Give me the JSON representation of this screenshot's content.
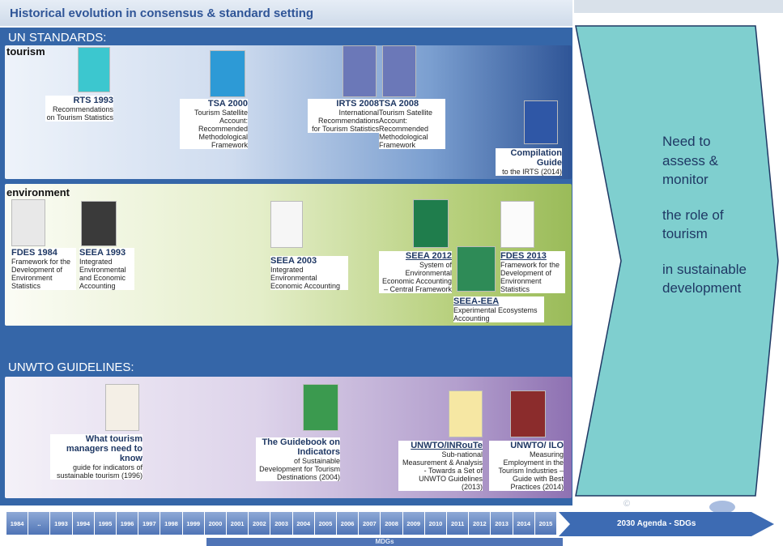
{
  "title": "Historical evolution in consensus & standard setting",
  "sections": {
    "un_standards": "UN STANDARDS:",
    "unwto_guidelines": "UNWTO GUIDELINES:"
  },
  "bands": {
    "tourism": "tourism",
    "environment": "environment"
  },
  "tourism_items": [
    {
      "title": "RTS 1993",
      "desc": "Recommendations on Tourism Statistics"
    },
    {
      "title": "TSA 2000",
      "desc": "Tourism Satellite Account: Recommended Methodological Framework"
    },
    {
      "title": "IRTS 2008",
      "desc": "International Recommendations for Tourism Statistics"
    },
    {
      "title": "TSA 2008",
      "desc": "Tourism Satellite Account: Recommended Methodological Framework"
    },
    {
      "title": "Compilation Guide",
      "desc": "to the IRTS (2014)"
    }
  ],
  "environment_items": [
    {
      "title": "FDES 1984",
      "desc": "Framework for the Development of Environment Statistics"
    },
    {
      "title": "SEEA 1993",
      "desc": "Integrated Environmental and Economic Accounting"
    },
    {
      "title": "SEEA 2003",
      "desc": "Integrated Environmental Economic Accounting"
    },
    {
      "title": "SEEA 2012",
      "desc": "System of Environmental Economic Accounting – Central Framework"
    },
    {
      "title": "FDES 2013",
      "desc": "Framework for the Development of Environment Statistics"
    },
    {
      "title": "SEEA-EEA",
      "desc": "Experimental Ecosystems Accounting"
    }
  ],
  "unwto_items": [
    {
      "title": "What tourism managers need to know",
      "desc": "guide for indicators of sustainable tourism (1996)"
    },
    {
      "title": "The Guidebook on Indicators",
      "desc": "of Sustainable Development for Tourism Destinations (2004)"
    },
    {
      "title": "UNWTO/INRouTe",
      "desc": "Sub-national Measurement & Analysis - Towards a Set of UNWTO Guidelines (2013)"
    },
    {
      "title": "UNWTO/ ILO",
      "desc": "Measuring Employment in the Tourism Industries – Guide with Best Practices (2014)"
    }
  ],
  "need_box": {
    "line1": "Need to assess & monitor",
    "line2": "the role of tourism",
    "line3": "in sustainable development"
  },
  "timeline": [
    "1984",
    "..",
    "1993",
    "1994",
    "1995",
    "1996",
    "1997",
    "1998",
    "1999",
    "2000",
    "2001",
    "2002",
    "2003",
    "2004",
    "2005",
    "2006",
    "2007",
    "2008",
    "2009",
    "2010",
    "2011",
    "2012",
    "2013",
    "2014",
    "2015"
  ],
  "agenda": "2030 Agenda - SDGs",
  "mdgs": "MDGs",
  "colors": {
    "panel_blue": "#3566a8",
    "chevron_teal": "#7fcfcf",
    "title_blue": "#2f5597"
  }
}
